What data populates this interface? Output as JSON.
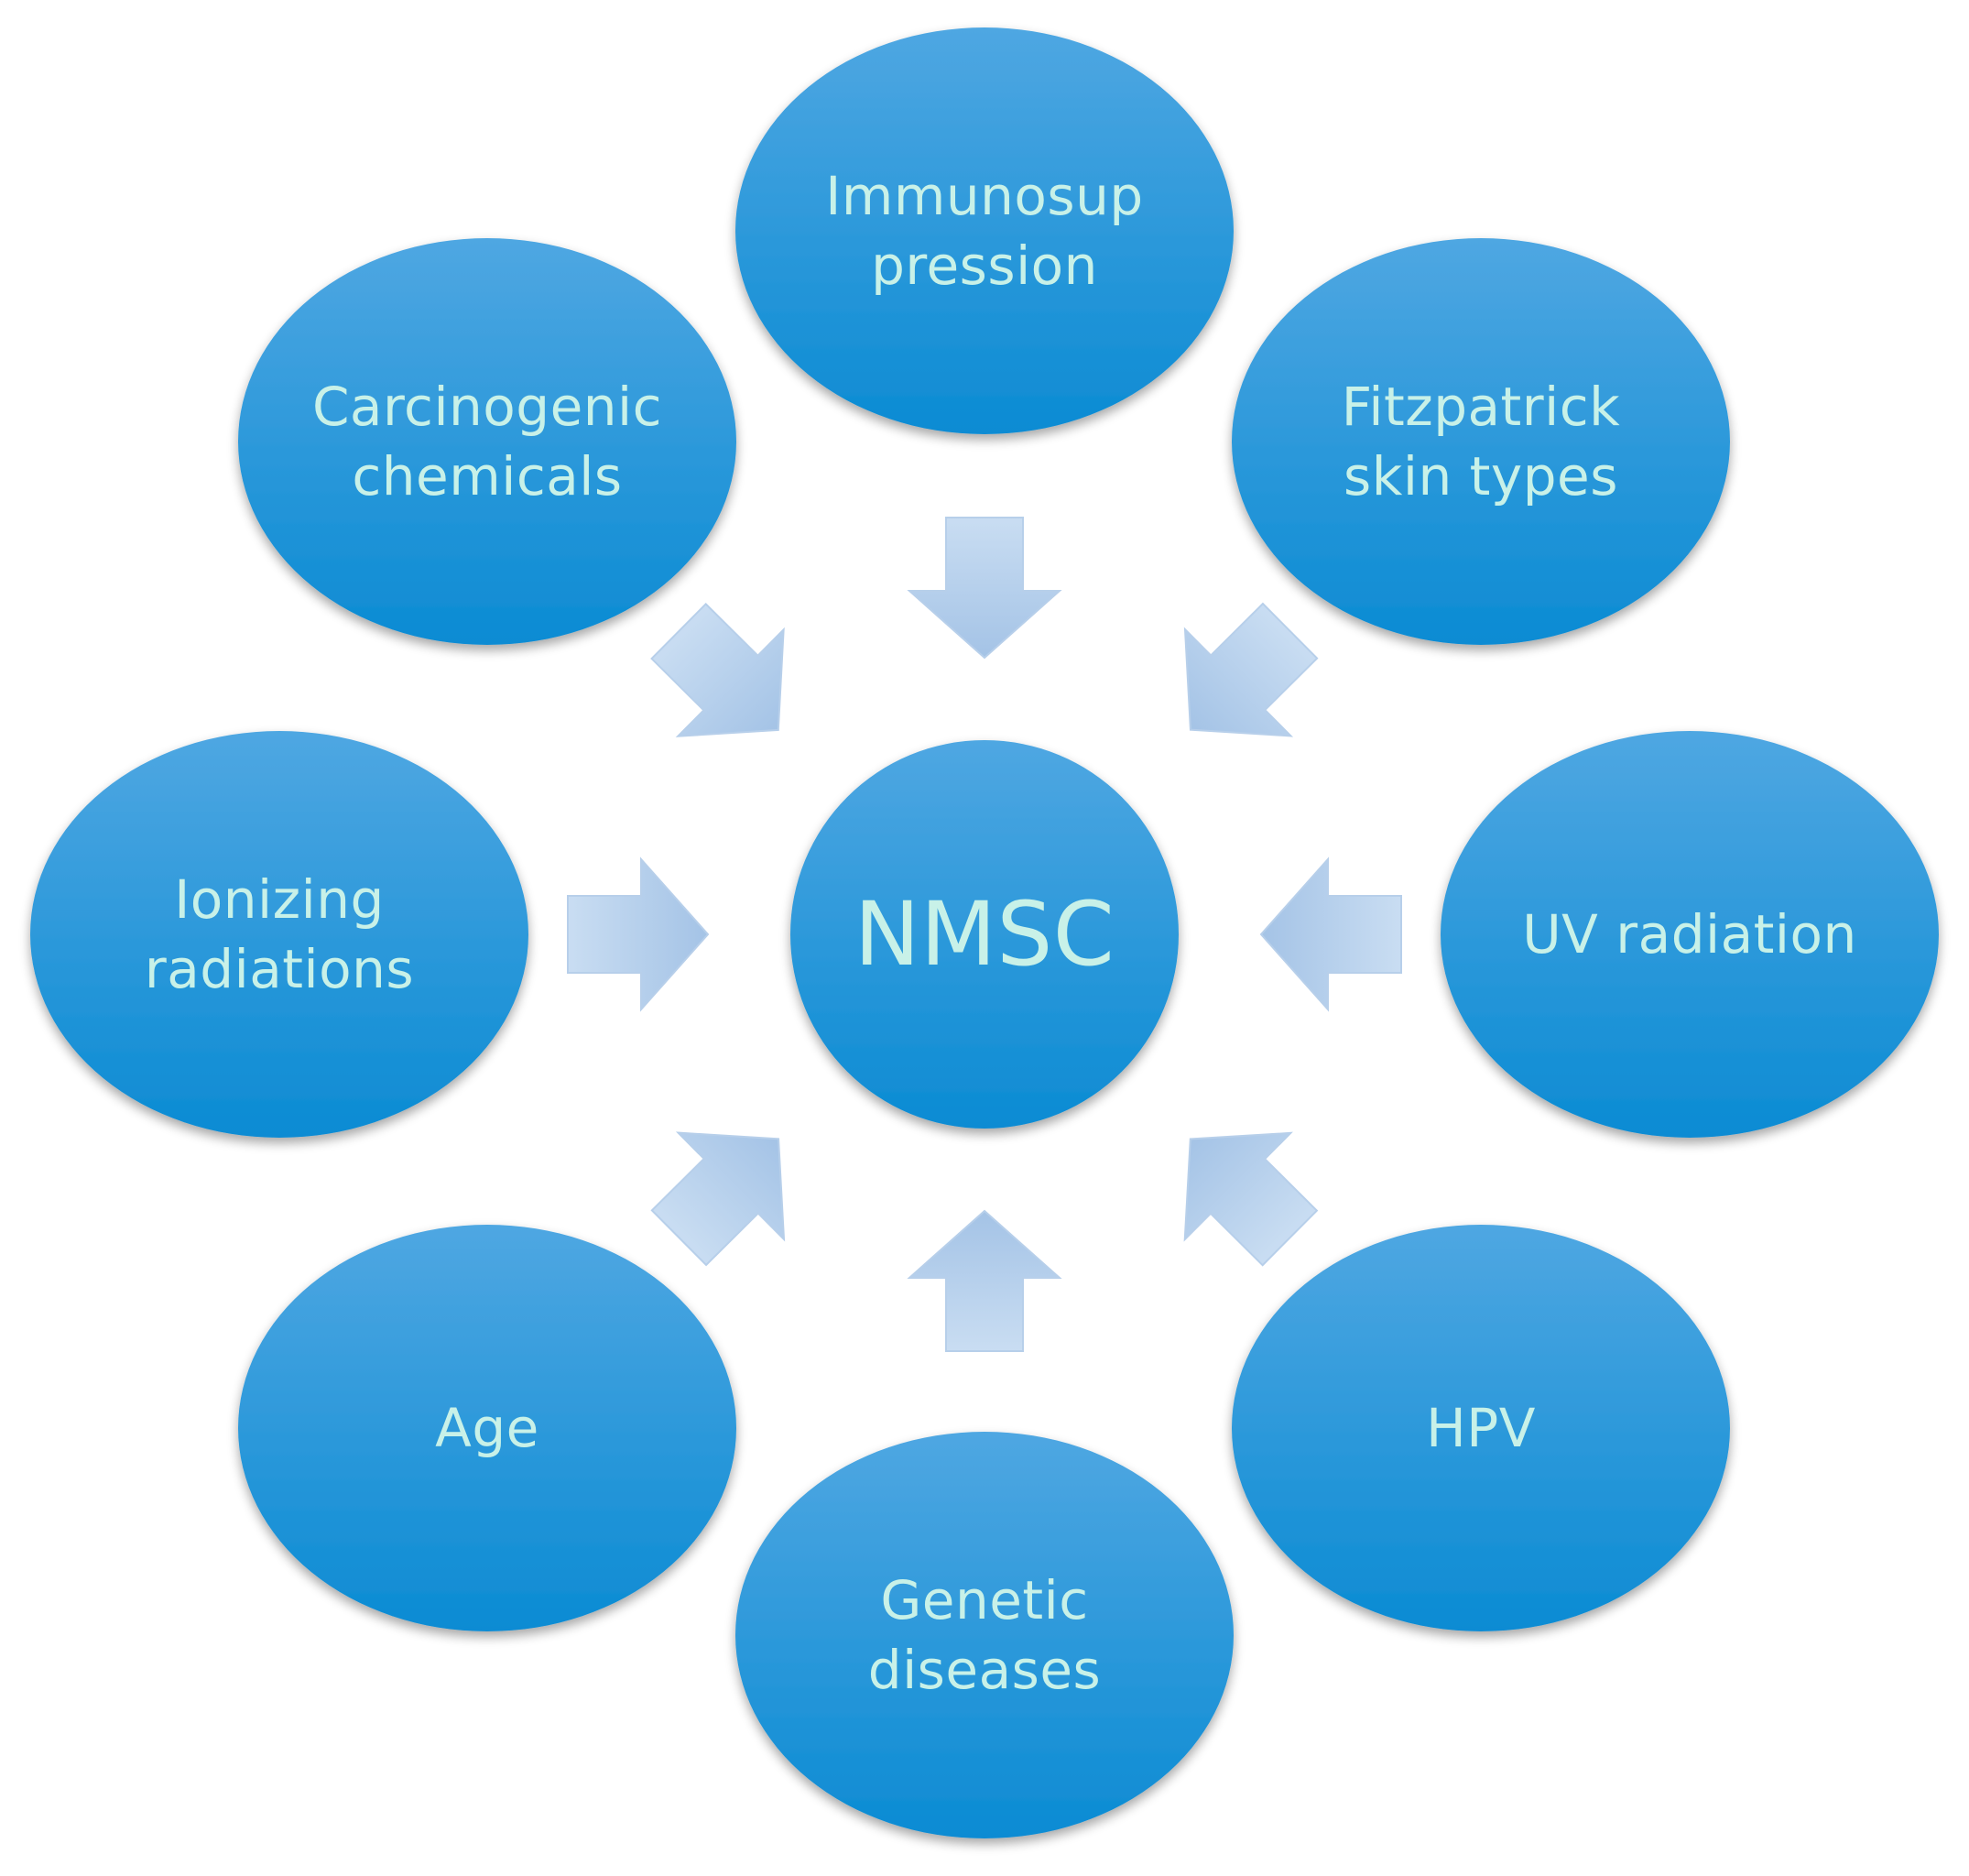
{
  "diagram": {
    "colors": {
      "node_fill_top": "#4fa7e2",
      "node_fill_bottom": "#0b8bd3",
      "node_text": "#c8f1e8",
      "arrow_fill_top": "#c9ddf2",
      "arrow_fill_bottom": "#a4c3e6",
      "background": "#ffffff"
    },
    "center": {
      "lines": [
        "NMSC"
      ]
    },
    "factors": [
      {
        "id": "immunosuppression",
        "lines": [
          "Immunosup",
          "pression"
        ]
      },
      {
        "id": "fitzpatrick-skin-types",
        "lines": [
          "Fitzpatrick",
          "skin types"
        ]
      },
      {
        "id": "uv-radiation",
        "lines": [
          "UV radiation"
        ]
      },
      {
        "id": "hpv",
        "lines": [
          "HPV"
        ]
      },
      {
        "id": "genetic-diseases",
        "lines": [
          "Genetic",
          "diseases"
        ]
      },
      {
        "id": "age",
        "lines": [
          "Age"
        ]
      },
      {
        "id": "ionizing-radiations",
        "lines": [
          "Ionizing",
          "radiations"
        ]
      },
      {
        "id": "carcinogenic-chemicals",
        "lines": [
          "Carcinogenic",
          "chemicals"
        ]
      }
    ]
  }
}
